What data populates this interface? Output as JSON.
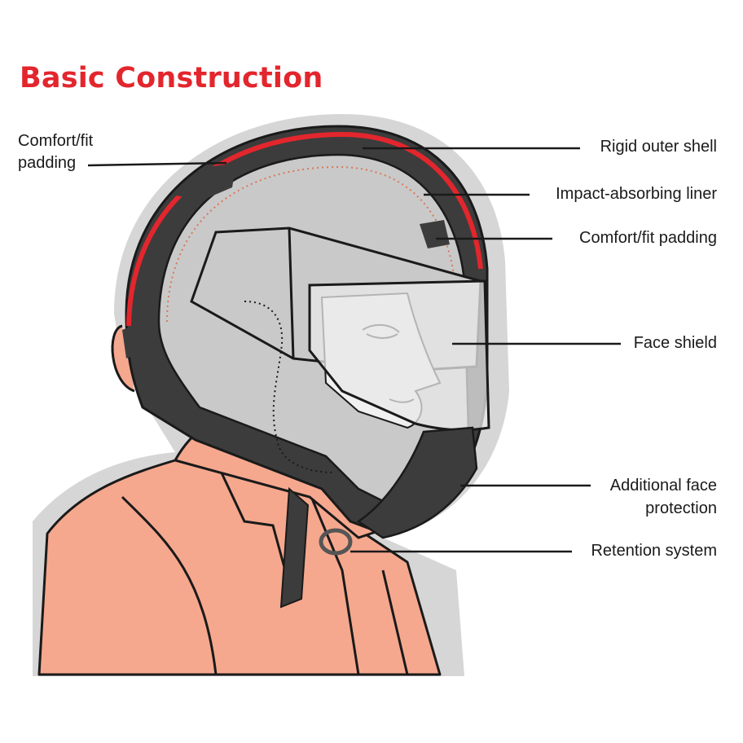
{
  "title": "Basic Construction",
  "labels": {
    "comfort_fit_padding_left_line1": "Comfort/fit",
    "comfort_fit_padding_left_line2": "padding",
    "rigid_outer_shell": "Rigid outer shell",
    "impact_absorbing_liner": "Impact-absorbing liner",
    "comfort_fit_padding_right": "Comfort/fit padding",
    "face_shield": "Face shield",
    "additional_face_protection_line1": "Additional face",
    "additional_face_protection_line2": "protection",
    "retention_system": "Retention system"
  },
  "colors": {
    "title": "#e3262d",
    "outer_shell_red": "#e3262d",
    "helmet_gray": "#c9c9c9",
    "liner_dark": "#3c3c3c",
    "skin": "#f5a88e",
    "halo": "#d6d6d6"
  }
}
